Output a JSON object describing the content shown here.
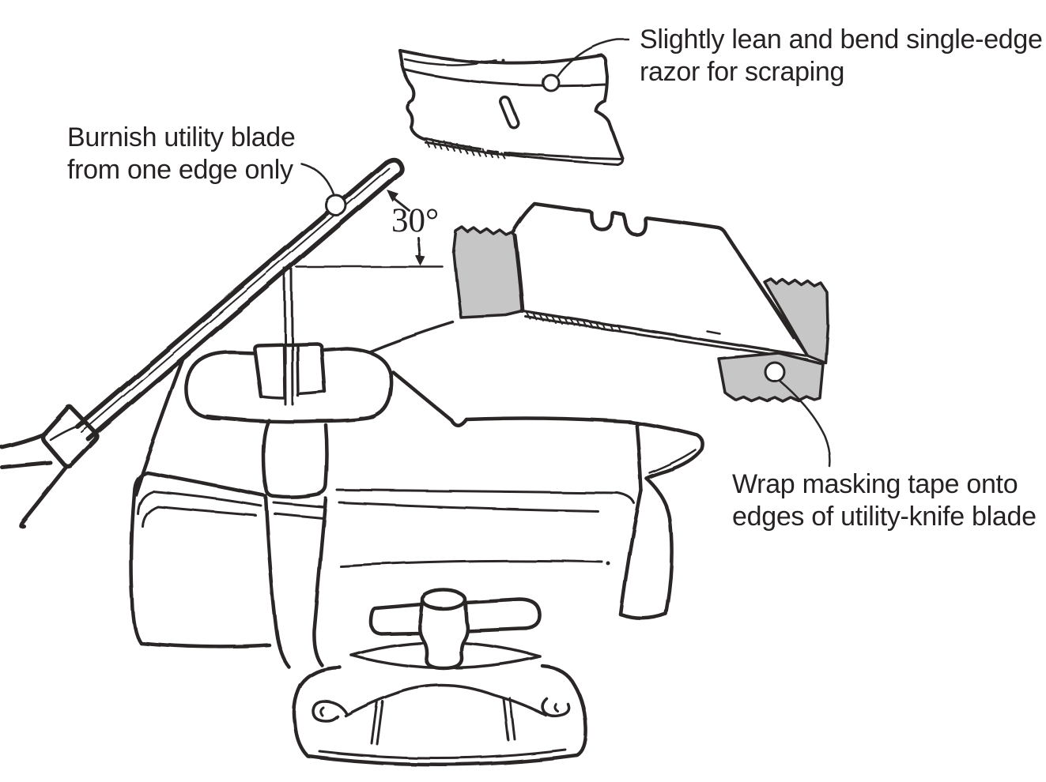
{
  "figure": {
    "type": "hand-drawn woodworking illustration",
    "background_color": "#ffffff",
    "ink_color": "#2b2728",
    "tape_color": "#c6c6c6",
    "annotations": {
      "razor_note": {
        "line1": "Slightly lean and bend single-edge",
        "line2": "razor for scraping"
      },
      "burnish_note": {
        "line1": "Burnish utility blade",
        "line2": "from one edge only"
      },
      "tape_note": {
        "line1": "Wrap masking tape onto",
        "line2": "edges of utility-knife blade"
      },
      "angle_label": "30°"
    },
    "parts": {
      "razor": "single-edge razor blade",
      "utility_blade": "utility-knife blade wrapped with masking tape",
      "burnisher": "burnisher rod with handle",
      "vise": "bench vise with swivel base",
      "clamped_blade": "blade clamped upright in vise jaws",
      "reference_line": "horizontal reference line at 30 degrees to burnisher"
    }
  }
}
